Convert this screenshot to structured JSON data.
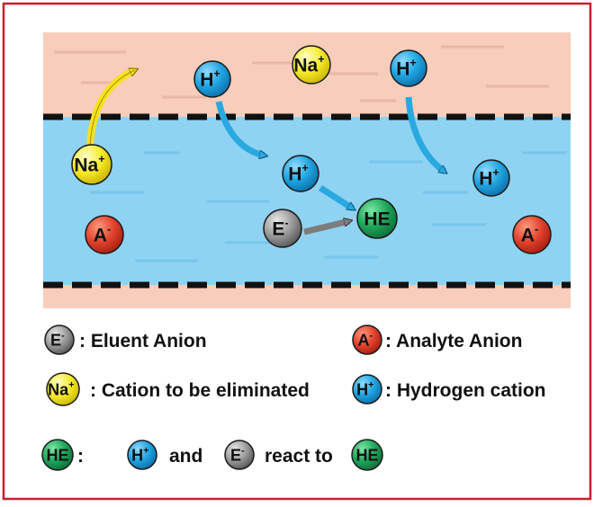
{
  "diagram": {
    "ions": [
      {
        "id": "na-top",
        "base": "Na",
        "sup": "+",
        "kind": "sodium"
      },
      {
        "id": "h-top-left",
        "base": "H",
        "sup": "+",
        "kind": "hydrogen"
      },
      {
        "id": "h-top-right",
        "base": "H",
        "sup": "+",
        "kind": "hydrogen"
      },
      {
        "id": "na-mid",
        "base": "Na",
        "sup": "+",
        "kind": "sodium"
      },
      {
        "id": "h-mid",
        "base": "H",
        "sup": "+",
        "kind": "hydrogen"
      },
      {
        "id": "h-right",
        "base": "H",
        "sup": "+",
        "kind": "hydrogen"
      },
      {
        "id": "a-left",
        "base": "A",
        "sup": "-",
        "kind": "analyte"
      },
      {
        "id": "e-mid",
        "base": "E",
        "sup": "-",
        "kind": "eluent"
      },
      {
        "id": "he-mid",
        "base": "HE",
        "sup": "",
        "kind": "product"
      },
      {
        "id": "a-right",
        "base": "A",
        "sup": "-",
        "kind": "analyte"
      }
    ]
  },
  "legend": {
    "eluent": {
      "base": "E",
      "sup": "-",
      "text": ": Eluent Anion"
    },
    "analyte": {
      "base": "A",
      "sup": "-",
      "text": ": Analyte Anion"
    },
    "sodium": {
      "base": "Na",
      "sup": "+",
      "text": ": Cation to be eliminated"
    },
    "hydrogen": {
      "base": "H",
      "sup": "+",
      "text": ": Hydrogen cation"
    },
    "reaction": {
      "product": {
        "base": "HE",
        "sup": ""
      },
      "colon": ":",
      "h": {
        "base": "H",
        "sup": "+"
      },
      "and": "and",
      "e": {
        "base": "E",
        "sup": "-"
      },
      "react_to": "react to",
      "result": {
        "base": "HE",
        "sup": ""
      }
    }
  },
  "colors": {
    "frame": "#c8202a",
    "membrane_band": "#f9cdbb",
    "channel": "#8fd3f2",
    "hydrogen": "#2aa8e0",
    "sodium": "#f5e728",
    "analyte": "#e0412b",
    "eluent": "#8a8a8a",
    "product": "#1ea55a",
    "arrow_yellow": "#f7e21a",
    "arrow_blue": "#2aa8e0",
    "arrow_gray": "#7d7d7d"
  }
}
